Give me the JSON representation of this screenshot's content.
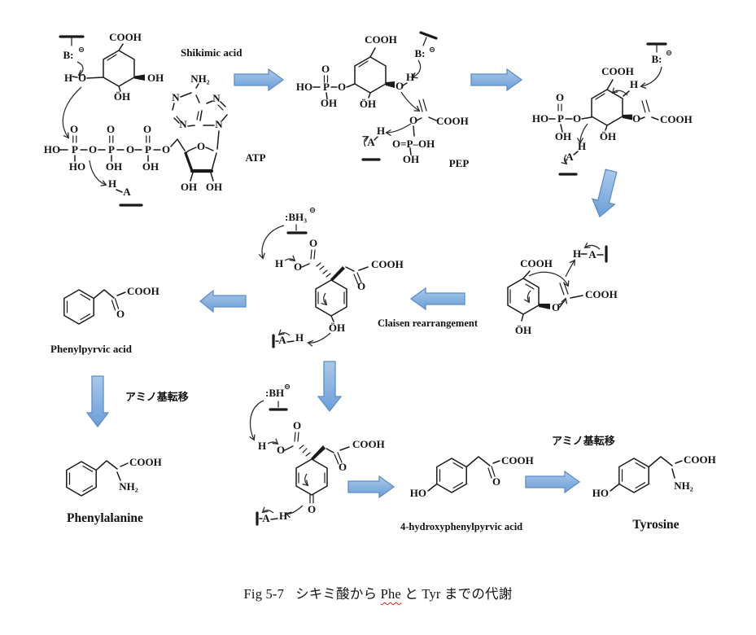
{
  "atoms": {
    "cooh": "COOH",
    "oh": "OH",
    "oh_lp": "ÖH",
    "ho": "HO",
    "o": "O",
    "h": "H",
    "p": "P",
    "n": "N",
    "nh2": "NH₂",
    "base": "B:",
    "acid": "A",
    "bh3": ":BH₃",
    "bh": ":BH",
    "minus": "⊖",
    "o_p_oh": "O=P–OH"
  },
  "labels": {
    "shikimic_acid": "Shikimic acid",
    "atp": "ATP",
    "pep": "PEP",
    "claisen": "Claisen rearrangement",
    "phenylpyruvic_acid": "Phenylpyrvic acid",
    "amino_transfer": "アミノ基転移",
    "phenylalanine": "Phenylalanine",
    "hydroxyphenylpyruvic_acid": "4-hydroxyphenylpyrvic acid",
    "tyrosine": "Tyrosine"
  },
  "caption": {
    "fig": "Fig 5-7",
    "text_before_phe": "シキミ酸から",
    "phe": "Phe",
    "connector": "と",
    "tyr": "Tyr",
    "text_after_tyr": "までの代謝"
  },
  "colors": {
    "background": "#ffffff",
    "bond": "#1a1a1a",
    "block_arrow_fill": "#7aa8da",
    "block_arrow_stroke": "#5d8dc5",
    "caption_squiggle": "#e02020"
  }
}
